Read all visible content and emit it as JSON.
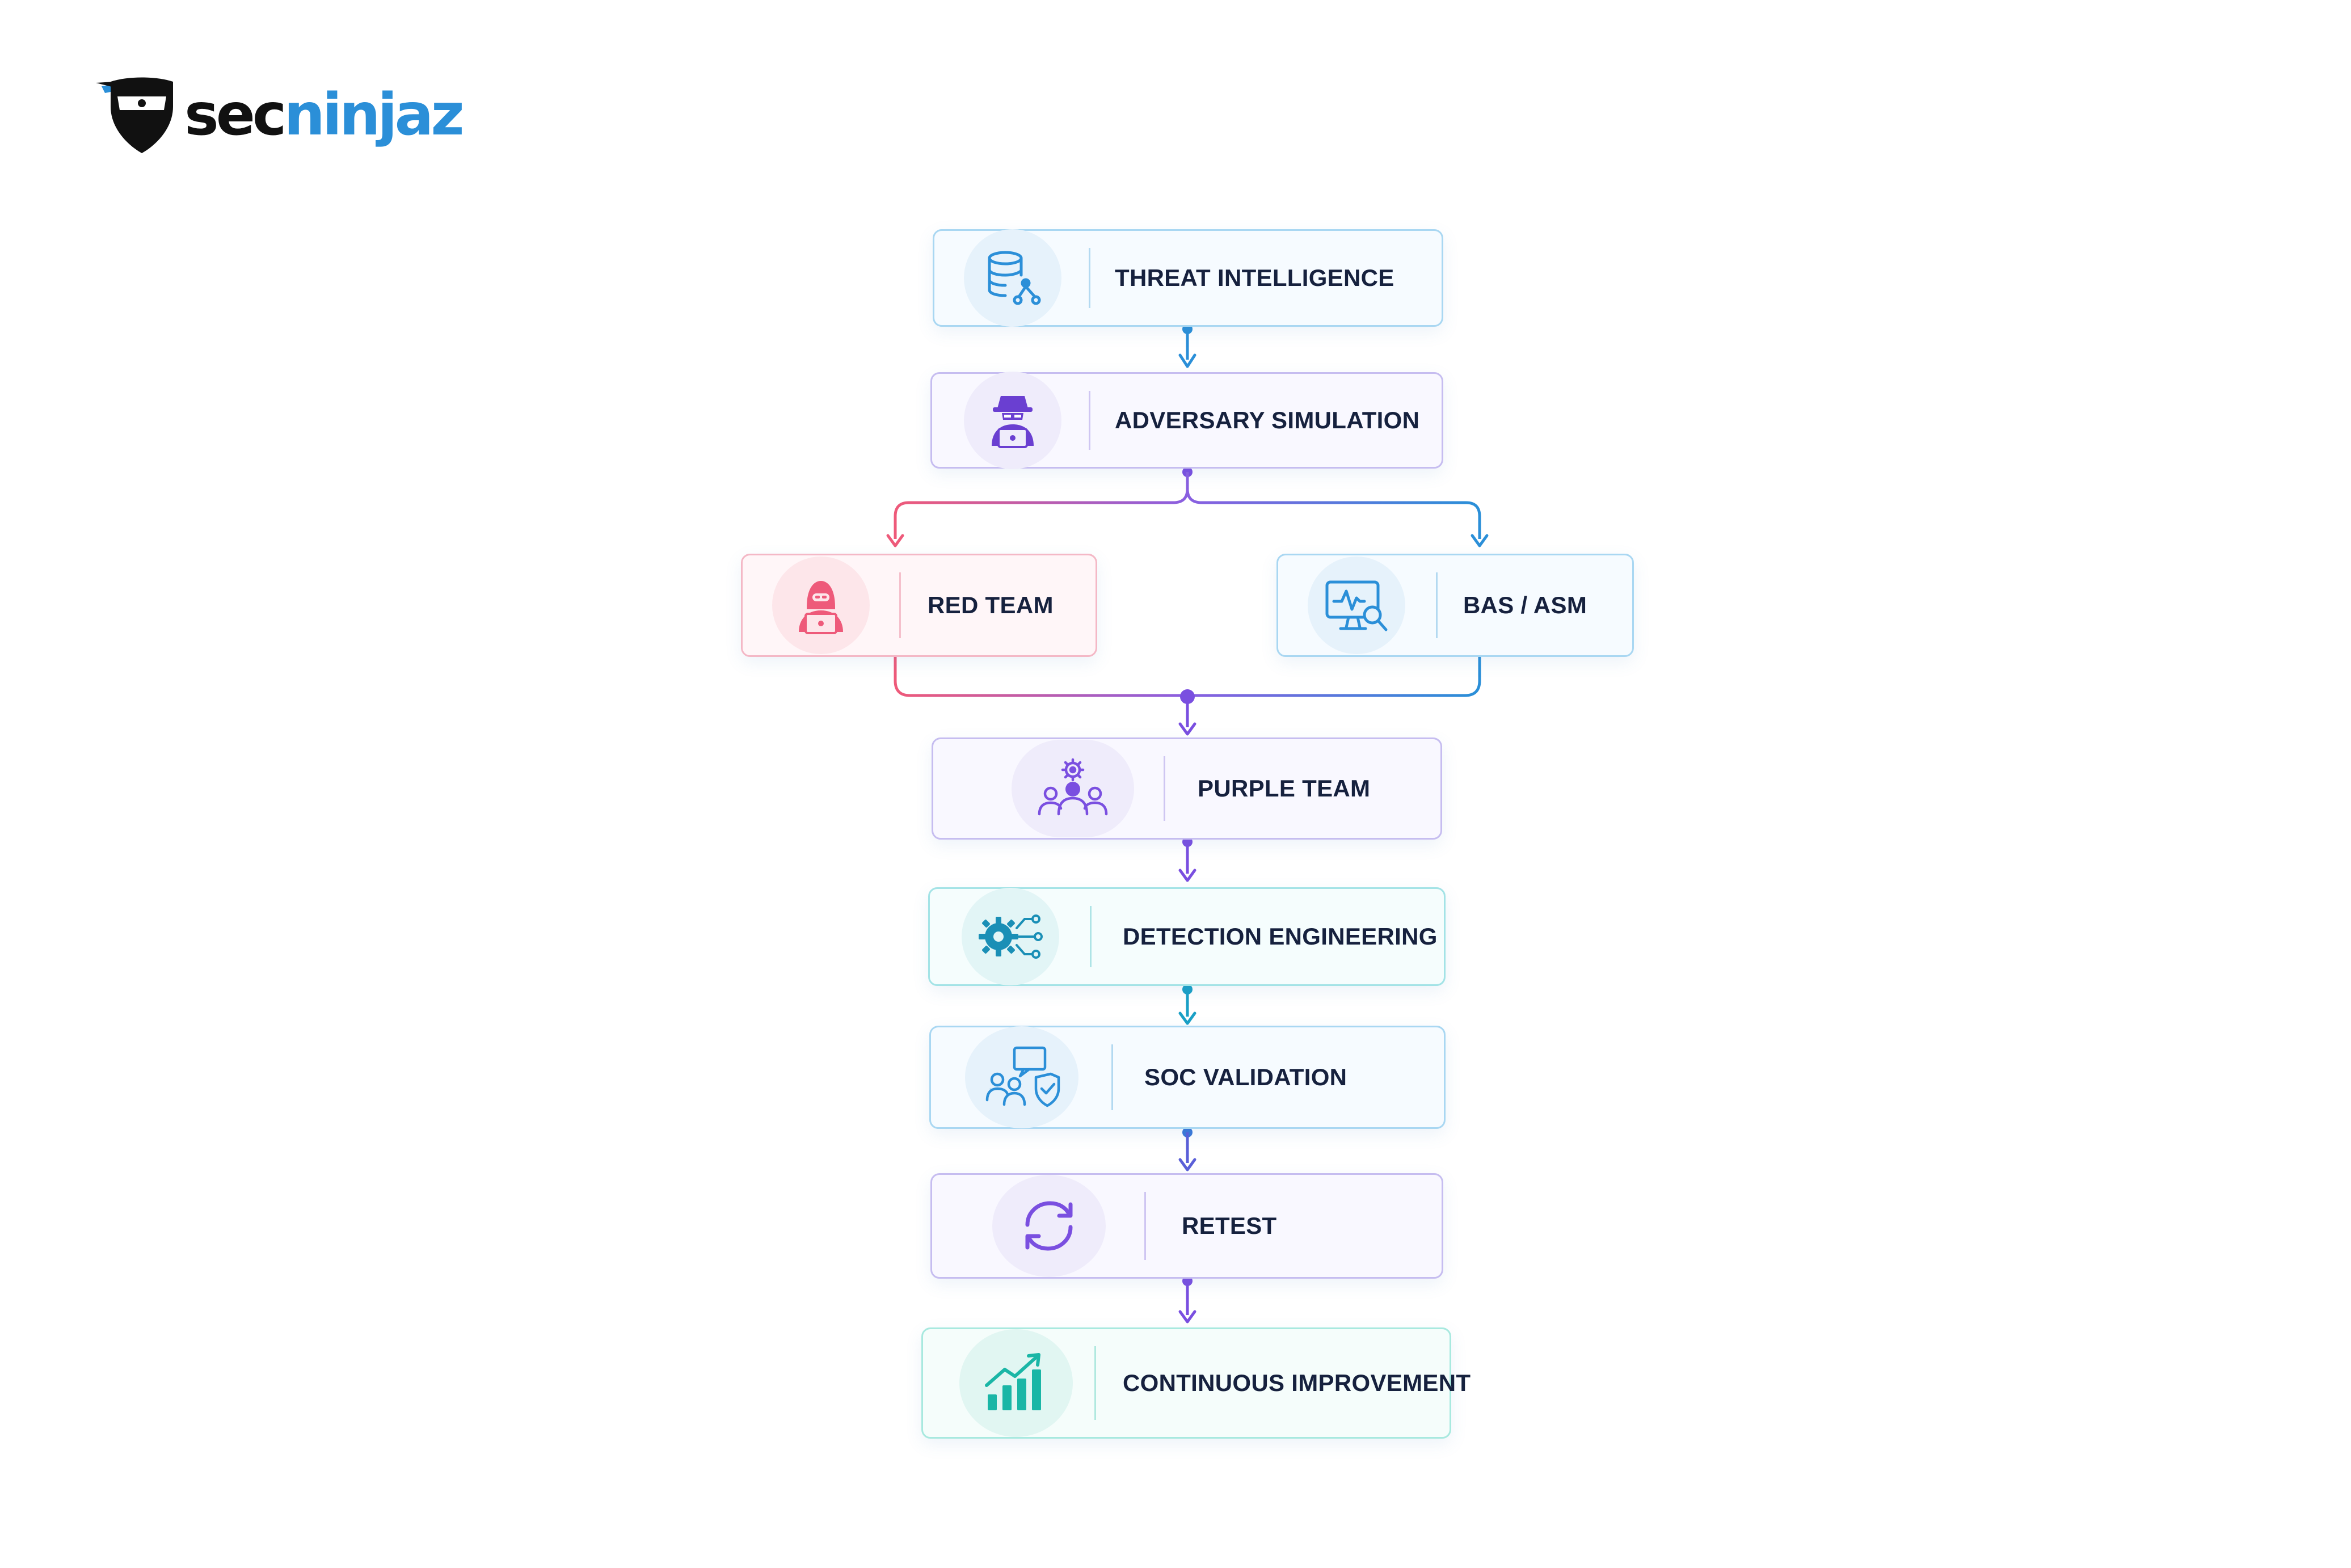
{
  "brand": {
    "name_part1": "sec",
    "name_part2": "ninjaz",
    "colors": {
      "dark": "#111111",
      "accent": "#2b8fd8"
    },
    "logo_icon": "ninja-shield-icon"
  },
  "flow": {
    "threat_intelligence": {
      "label": "THREAT INTELLIGENCE",
      "icon": "database-network-icon",
      "color": "#2b8fd8"
    },
    "adversary_simulation": {
      "label": "ADVERSARY SIMULATION",
      "icon": "hacker-laptop-icon",
      "color": "#6a3fd1"
    },
    "red_team": {
      "label": "RED TEAM",
      "icon": "hooded-hacker-icon",
      "color": "#ee5a7a"
    },
    "bas_asm": {
      "label": "BAS / ASM",
      "icon": "monitor-search-icon",
      "color": "#2b8fd8"
    },
    "purple_team": {
      "label": "PURPLE TEAM",
      "icon": "team-gear-icon",
      "color": "#7a4fe0"
    },
    "detection_engineering": {
      "label": "DETECTION ENGINEERING",
      "icon": "gear-circuit-icon",
      "color": "#1aa0b6"
    },
    "soc_validation": {
      "label": "SOC VALIDATION",
      "icon": "team-shield-check-icon",
      "color": "#2b8fd8"
    },
    "retest": {
      "label": "RETEST",
      "icon": "refresh-cycle-icon",
      "color": "#7a4fe0"
    },
    "continuous_improvement": {
      "label": "CONTINUOUS IMPROVEMENT",
      "icon": "growth-chart-icon",
      "color": "#1ab6a6"
    }
  }
}
